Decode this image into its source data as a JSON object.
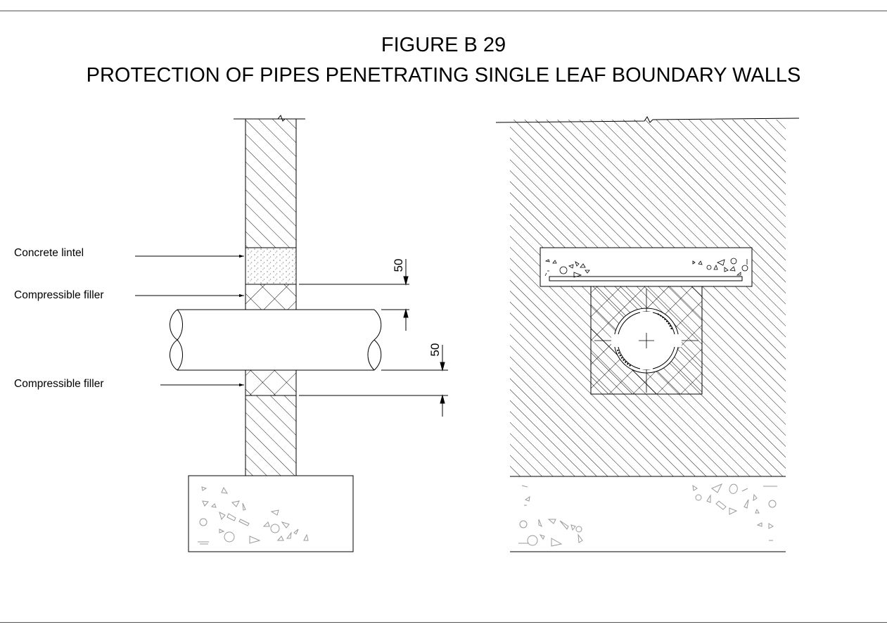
{
  "figure": {
    "number": "FIGURE B 29",
    "title": "PROTECTION OF PIPES PENETRATING SINGLE LEAF BOUNDARY WALLS"
  },
  "labels": {
    "lintel": "Concrete lintel",
    "filler_upper": "Compressible filler",
    "filler_lower": "Compressible filler"
  },
  "dimensions": {
    "upper": "50",
    "lower": "50"
  },
  "colors": {
    "line": "#000000",
    "aggregate": "#9a9a9a",
    "rule": "#555555"
  }
}
